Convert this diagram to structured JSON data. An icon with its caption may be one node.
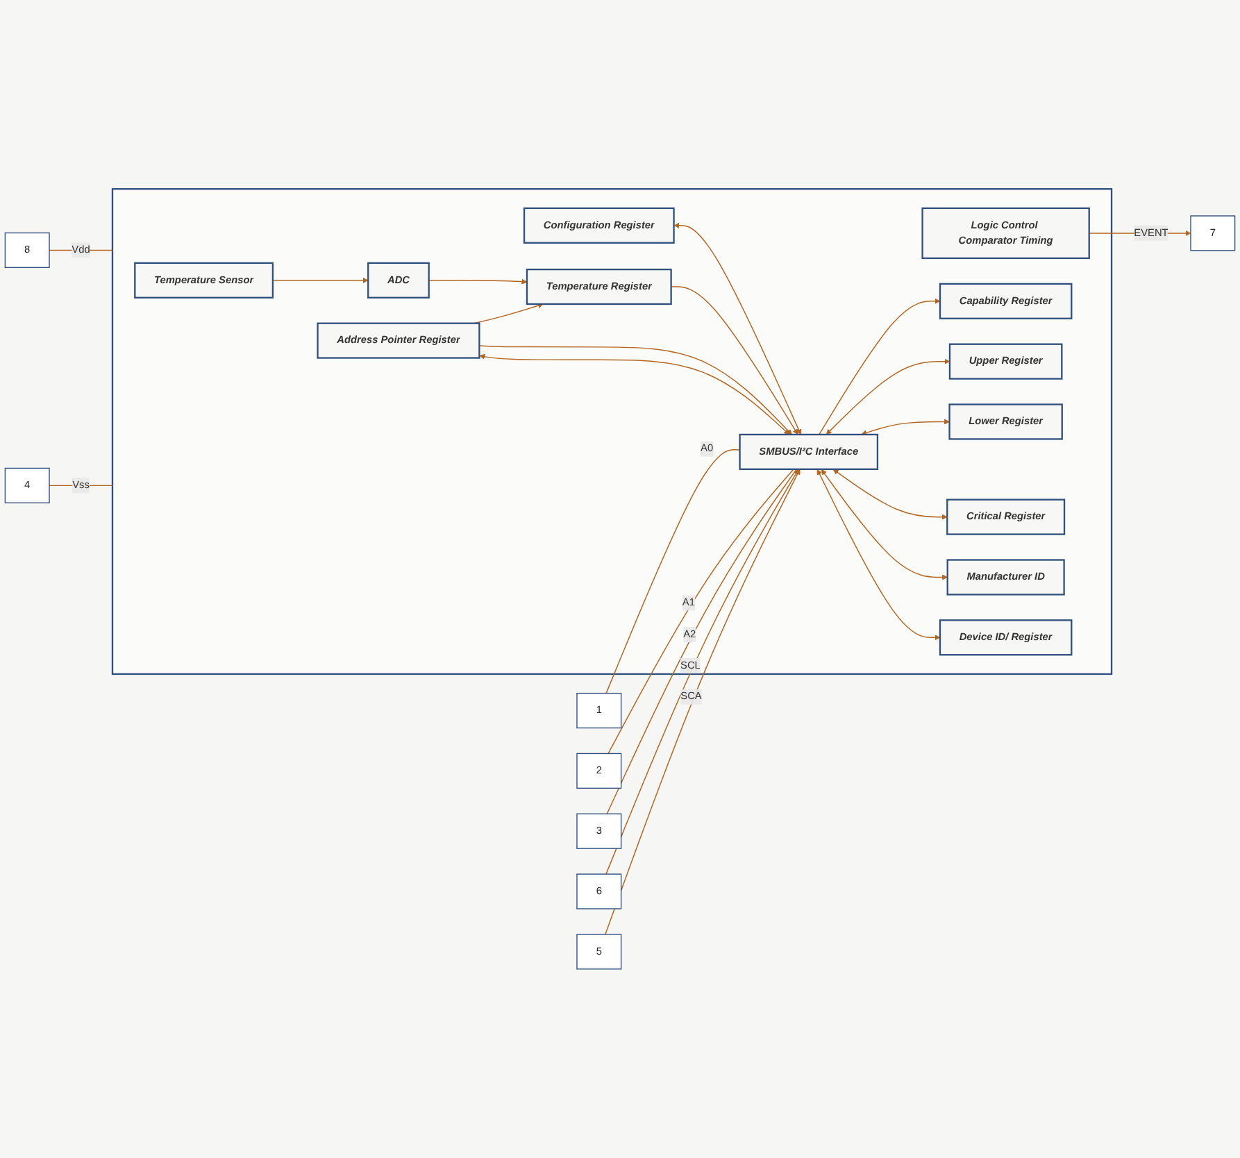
{
  "diagram": {
    "nodes": [
      {
        "text": [],
        "shape": "box"
      },
      {
        "text": [
          "8"
        ]
      },
      {
        "text": [
          "Temperature Sensor"
        ],
        "in": 0
      },
      {
        "text": [
          "Logic Control Comparator Timing"
        ],
        "in": 0
      },
      {
        "text": [
          "7"
        ]
      },
      {
        "text": [
          "ADC"
        ],
        "in": 0
      },
      {
        "text": [
          "Capability Register"
        ],
        "in": 0
      },
      {
        "text": [
          "Configuration Register"
        ],
        "in": 0
      },
      {
        "text": [
          "Upper Register"
        ],
        "in": 0
      },
      {
        "text": [
          "Temperature Register"
        ],
        "in": 0
      },
      {
        "text": [
          "Lower Register"
        ],
        "in": 0
      },
      {
        "text": [
          "Critical Register"
        ],
        "in": 0
      },
      {
        "text": [
          "Address Pointer Register"
        ],
        "in": 0
      },
      {
        "text": [
          "Manufacturer ID"
        ],
        "in": 0
      },
      {
        "text": [
          "Device ID/ Register"
        ],
        "in": 0
      },
      {
        "text": [
          "1"
        ]
      },
      {
        "text": [
          "2"
        ]
      },
      {
        "text": [
          "3"
        ]
      },
      {
        "text": [
          "SMBUS/I²C Interface"
        ],
        "in": 0
      },
      {
        "text": [
          "6"
        ]
      },
      {
        "text": [
          "5"
        ]
      },
      {
        "text": [
          "4"
        ]
      }
    ],
    "edges": [
      {
        "from": 1,
        "to": 0,
        "arrow": "none",
        "label": "Vdd"
      },
      {
        "from": 2,
        "to": 5,
        "arrow": "to"
      },
      {
        "from": 3,
        "to": 4,
        "arrow": "to",
        "label": "EVENT"
      },
      {
        "from": 5,
        "to": 9,
        "arrow": "to"
      },
      {
        "from": 18,
        "to": 6,
        "arrow": "to"
      },
      {
        "from": 7,
        "to": 18,
        "arrow": "both"
      },
      {
        "from": 18,
        "to": 8,
        "arrow": "both"
      },
      {
        "from": 9,
        "to": 18,
        "arrow": "to"
      },
      {
        "from": 18,
        "to": 10,
        "arrow": "both"
      },
      {
        "from": 18,
        "to": 11,
        "arrow": "both"
      },
      {
        "from": 12,
        "to": 9,
        "arrow": "to"
      },
      {
        "from": 12,
        "to": 18,
        "arrow": "to"
      },
      {
        "from": 18,
        "to": 13,
        "arrow": "both"
      },
      {
        "from": 18,
        "to": 14,
        "arrow": "both"
      },
      {
        "from": 12,
        "to": 18,
        "arrow": "both"
      },
      {
        "from": 15,
        "to": 18,
        "arrow": "none",
        "label": "A0"
      },
      {
        "from": 16,
        "to": 18,
        "arrow": "none",
        "label": "A1"
      },
      {
        "from": 17,
        "to": 18,
        "arrow": "none",
        "label": "A2"
      },
      {
        "from": 19,
        "to": 18,
        "arrow": "to",
        "label": "SCL"
      },
      {
        "from": 20,
        "to": 18,
        "arrow": "to",
        "label": "SCA"
      },
      {
        "from": 21,
        "to": 0,
        "arrow": "none",
        "label": "Vss"
      }
    ]
  }
}
